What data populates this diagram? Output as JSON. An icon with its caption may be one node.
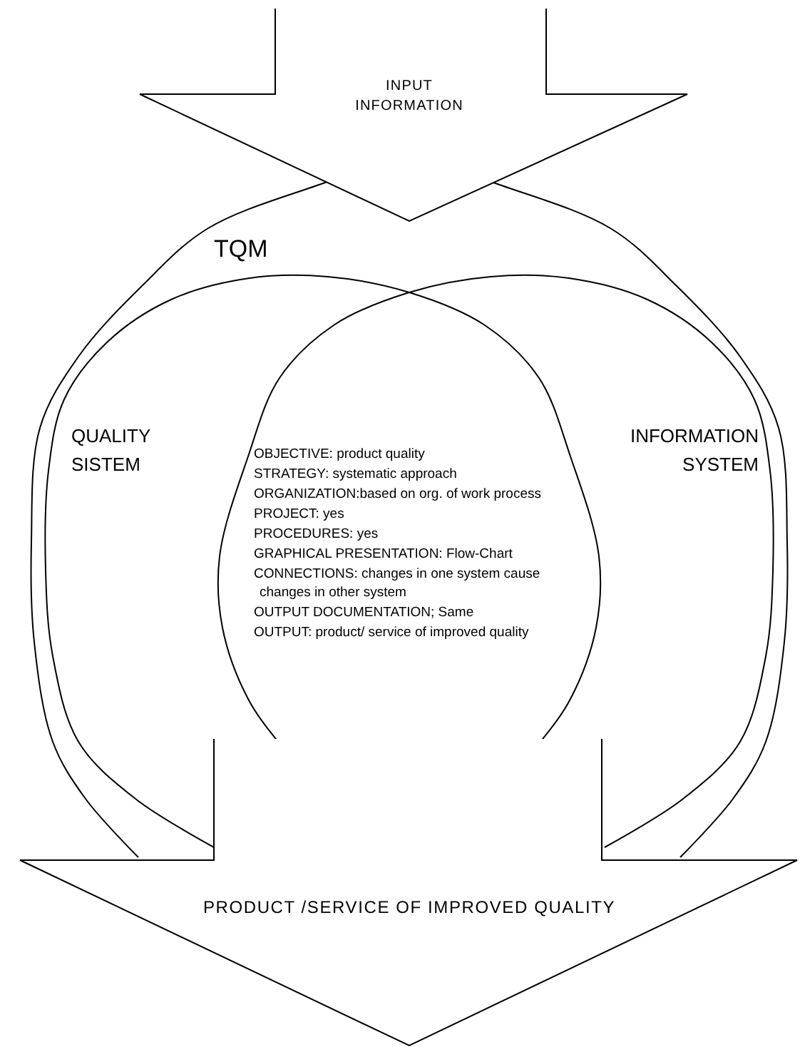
{
  "diagram": {
    "nodes": [
      {
        "text": [
          "INPUT INFORMATION"
        ]
      },
      {
        "text": [
          "TQM"
        ]
      },
      {
        "text": [
          "QUALITY SISTEM"
        ],
        "in": 1
      },
      {
        "text": [
          "INFORMATION SYSTEM"
        ],
        "in": 1
      },
      {
        "text": [
          "PRODUCT /SERVICE OF IMPROVED QUALITY"
        ]
      }
    ],
    "edges": [],
    "labels": [
      "OBJECTIVE: product quality",
      "STRATEGY: systematic approach",
      "ORGANIZATION:based on org. of work process",
      "PROJECT: yes",
      "PROCEDURES: yes",
      "GRAPHICAL PRESENTATION: Flow-Chart",
      "CONNECTIONS: changes in one system cause changes in other system",
      "OUTPUT DOCUMENTATION; Same",
      "OUTPUT: product/ service of improved quality"
    ]
  }
}
